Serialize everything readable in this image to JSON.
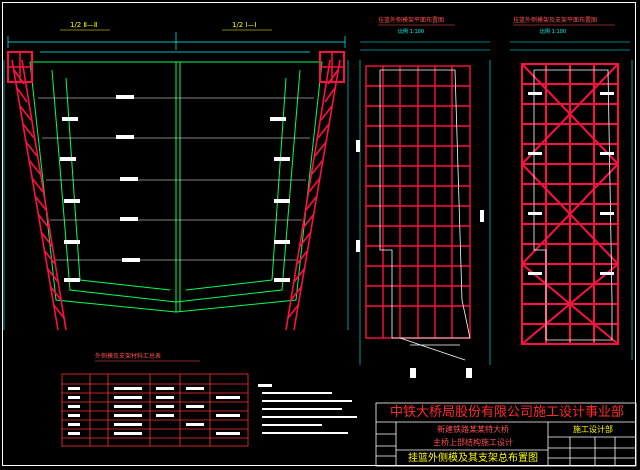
{
  "colors": {
    "background": "#000000",
    "structure": "#ff1040",
    "outline": "#00ff55",
    "dimension": "#00ffff",
    "annotation": "#ffffff",
    "title_block": "#ff3030",
    "highlight": "#ffff00"
  },
  "section_labels": {
    "left_half": "1/2 Ⅱ—Ⅱ",
    "right_half": "1/2 Ⅰ—Ⅰ"
  },
  "view_titles": {
    "elevation_a": "挂篮外侧模架平面布置图",
    "elevation_a_scale": "比例 1:100",
    "elevation_b": "挂篮外侧模架及支架平面布置图",
    "elevation_b_scale": "比例 1:100"
  },
  "material_table": {
    "title": "外侧模及支架材料汇总表"
  },
  "title_block": {
    "company": "中铁大桥局股份有限公司施工设计事业部",
    "project": "新建铁路某某特大桥",
    "subtitle": "主桥上部结构施工设计",
    "drawing_title": "挂篮外侧模及其支架总布置图",
    "department": "施工设计部"
  }
}
